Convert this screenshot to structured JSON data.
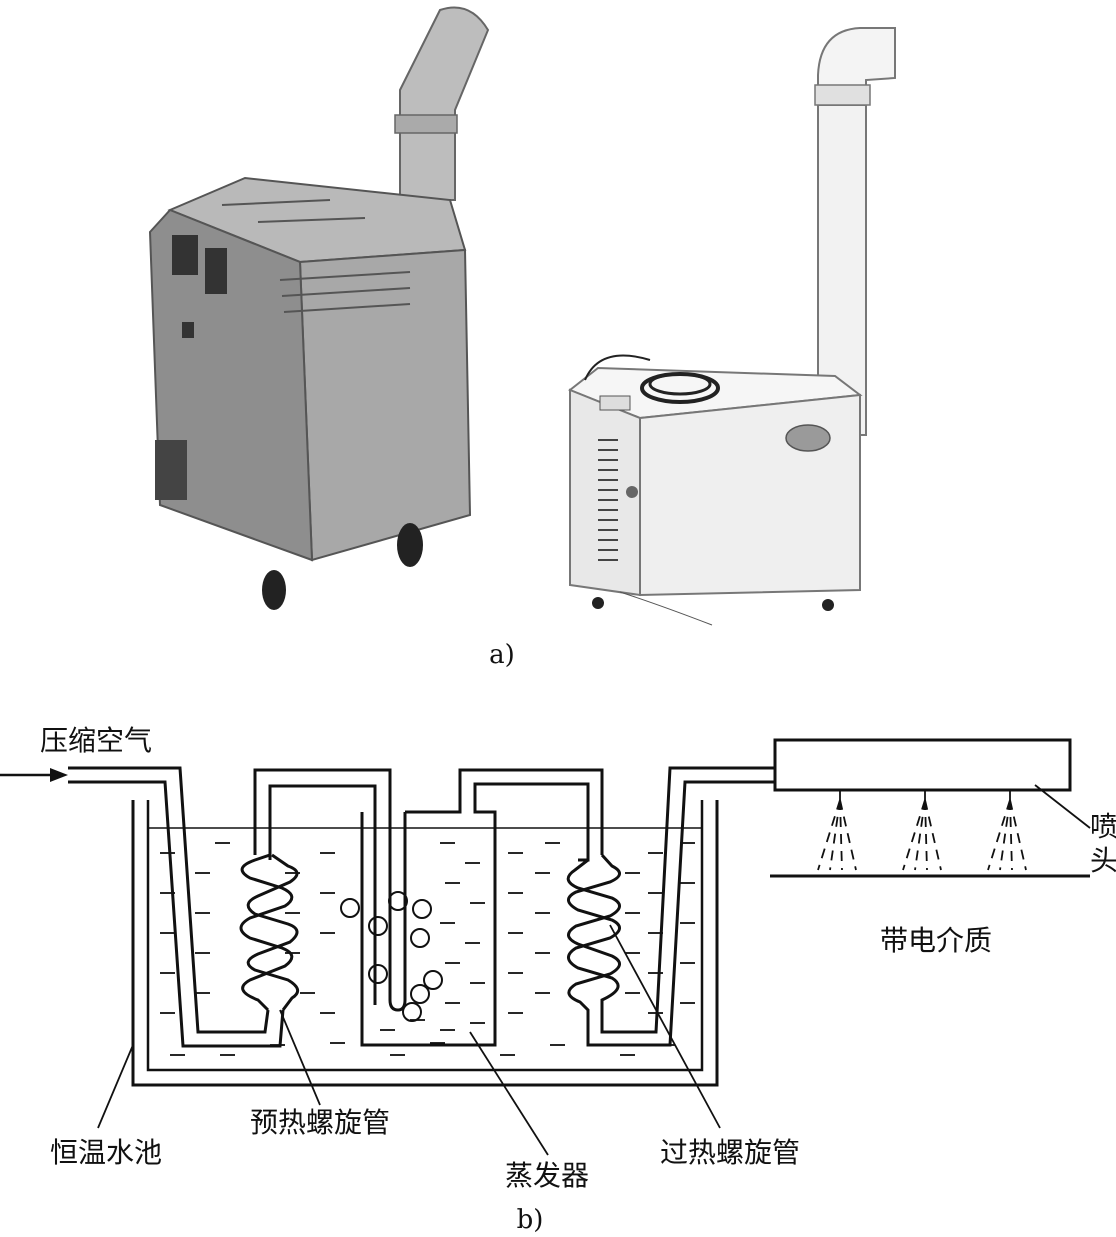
{
  "figure_a": {
    "caption": "a)",
    "photo_left": "ultrasonic-humidifier-grey-unit",
    "photo_right": "ultrasonic-humidifier-white-unit"
  },
  "figure_b": {
    "caption": "b)",
    "labels": {
      "compressed_air": "压缩空气",
      "nozzle_line1": "喷",
      "nozzle_line2": "头",
      "charged_medium": "带电介质",
      "preheat_coil": "预热螺旋管",
      "thermostatic_pool": "恒温水池",
      "evaporator": "蒸发器",
      "superheat_coil": "过热螺旋管"
    }
  },
  "colors": {
    "line": "#111111",
    "photo_bg": "#ffffff",
    "grey_unit": "#9a9a9a",
    "white_unit": "#ececec"
  }
}
